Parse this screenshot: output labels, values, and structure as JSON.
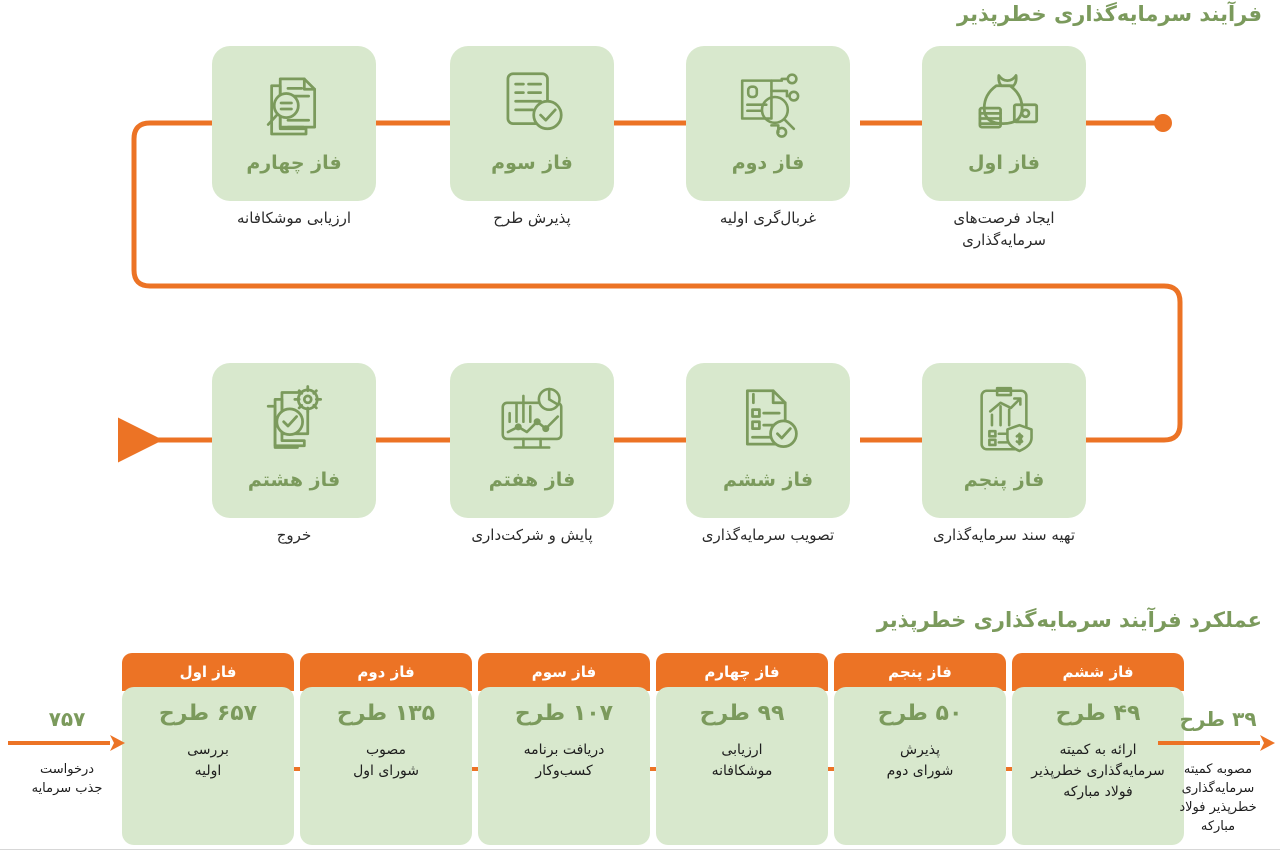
{
  "titles": {
    "process": "فرآیند سرمایه‌گذاری خطرپذیر",
    "performance": "عملکرد فرآیند سرمایه‌گذاری خطرپذیر"
  },
  "colors": {
    "green_text": "#7b9a5c",
    "card_green": "#d8e8cd",
    "orange": "#ec7325",
    "body_text": "#1d1d1d",
    "white": "#ffffff"
  },
  "flow": {
    "row1": [
      {
        "phase": "فاز اول",
        "caption": "ایجاد فرصت‌های\nسرمایه‌گذاری",
        "icon": "money-bag-icon"
      },
      {
        "phase": "فاز دوم",
        "caption": "غربال‌گری اولیه",
        "icon": "screening-search-icon"
      },
      {
        "phase": "فاز سوم",
        "caption": "پذیرش طرح",
        "icon": "document-check-icon"
      },
      {
        "phase": "فاز چهارم",
        "caption": "ارزیابی موشکافانه",
        "icon": "document-magnifier-icon"
      }
    ],
    "row2": [
      {
        "phase": "فاز پنجم",
        "caption": "تهیه سند سرمایه‌گذاری",
        "icon": "clipboard-chart-shield-icon"
      },
      {
        "phase": "فاز ششم",
        "caption": "تصویب سرمایه‌گذاری",
        "icon": "checklist-approved-icon"
      },
      {
        "phase": "فاز هفتم",
        "caption": "پایش و شرکت‌داری",
        "icon": "monitor-analytics-icon"
      },
      {
        "phase": "فاز هشتم",
        "caption": "خروج",
        "icon": "documents-gear-check-icon"
      }
    ]
  },
  "chart_data": {
    "type": "bar",
    "title": "عملکرد فرآیند سرمایه‌گذاری خطرپذیر",
    "unit": "طرح",
    "xlabel": "",
    "ylabel": "",
    "categories": [
      "فاز اول",
      "فاز دوم",
      "فاز سوم",
      "فاز چهارم",
      "فاز پنجم",
      "فاز ششم"
    ],
    "values": [
      657,
      135,
      107,
      99,
      50,
      49
    ],
    "value_labels": [
      "۶۵۷ طرح",
      "۱۳۵ طرح",
      "۱۰۷ طرح",
      "۹۹ طرح",
      "۵۰ طرح",
      "۴۹ طرح"
    ],
    "stage_labels": [
      "بررسی\nاولیه",
      "مصوب\nشورای اول",
      "دریافت برنامه\nکسب‌وکار",
      "ارزیابی\nموشکافانه",
      "پذیرش\nشورای دوم",
      "ارائه به کمیته\nسرمایه‌گذاری خطرپذیر\nفولاد مبارکه"
    ],
    "input": {
      "value": 757,
      "value_label": "۷۵۷",
      "caption": "درخواست\nجذب سرمایه"
    },
    "output": {
      "value": 39,
      "value_label": "۳۹ طرح",
      "caption": "مصوبه کمیته\nسرمایه‌گذاری\nخطرپذیر فولاد\nمبارکه"
    }
  },
  "funnel": [
    {
      "phase": "فاز اول",
      "count": "۶۵۷ طرح",
      "label": "بررسی\nاولیه"
    },
    {
      "phase": "فاز دوم",
      "count": "۱۳۵ طرح",
      "label": "مصوب\nشورای اول"
    },
    {
      "phase": "فاز سوم",
      "count": "۱۰۷ طرح",
      "label": "دریافت برنامه\nکسب‌وکار"
    },
    {
      "phase": "فاز چهارم",
      "count": "۹۹ طرح",
      "label": "ارزیابی\nموشکافانه"
    },
    {
      "phase": "فاز پنجم",
      "count": "۵۰ طرح",
      "label": "پذیرش\nشورای دوم"
    },
    {
      "phase": "فاز ششم",
      "count": "۴۹ طرح",
      "label": "ارائه به کمیته\nسرمایه‌گذاری خطرپذیر\nفولاد مبارکه"
    }
  ],
  "funnel_endpoints": {
    "input_number": "۷۵۷",
    "input_caption": "درخواست\nجذب سرمایه",
    "output_number": "۳۹ طرح",
    "output_caption": "مصوبه کمیته\nسرمایه‌گذاری\nخطرپذیر فولاد\nمبارکه"
  }
}
